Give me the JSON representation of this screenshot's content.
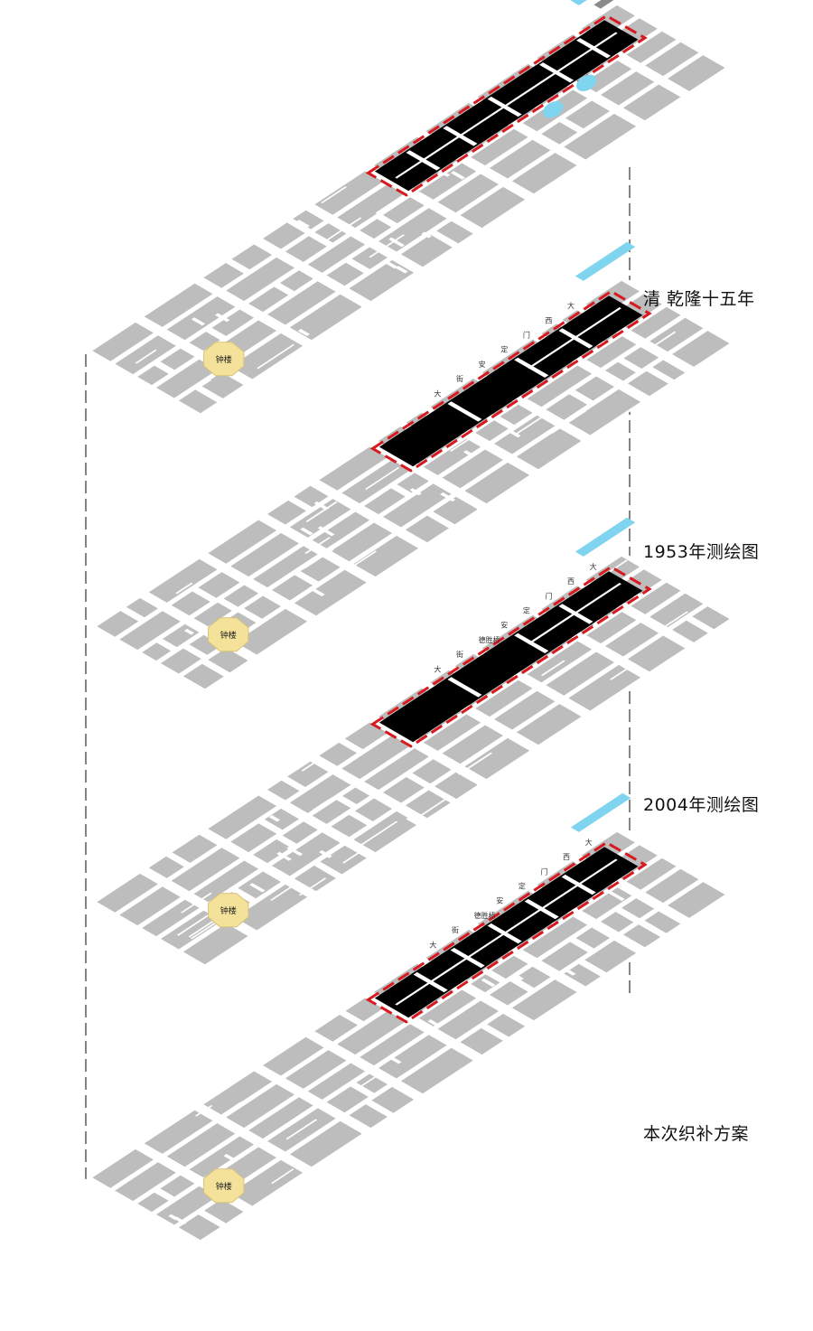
{
  "captions": [
    "清 乾隆十五年",
    "1953年测绘图",
    "2004年测绘图",
    "本次织补方案"
  ],
  "colors": {
    "block": "#bdbdbd",
    "road": "#ffffff",
    "site": "#000000",
    "outline": "#d71920",
    "river": "#7fd4ef",
    "pavilion": "#f5e29a",
    "wall": "#8a8a8a"
  },
  "pavilion_label": "钟楼",
  "street_labels_top": [
    "大",
    "街"
  ],
  "street_labels_gate": [
    "安",
    "定",
    "门",
    "西",
    "大"
  ],
  "street_label_bridge": "德胜桥",
  "layers": [
    {
      "name": "qianlong",
      "has_wall": true,
      "has_ponds": true,
      "site_style": "dense"
    },
    {
      "name": "1953",
      "has_wall": false,
      "has_ponds": false,
      "site_style": "split"
    },
    {
      "name": "2004",
      "has_wall": false,
      "has_ponds": false,
      "site_style": "split"
    },
    {
      "name": "plan",
      "has_wall": false,
      "has_ponds": false,
      "site_style": "grid"
    }
  ]
}
